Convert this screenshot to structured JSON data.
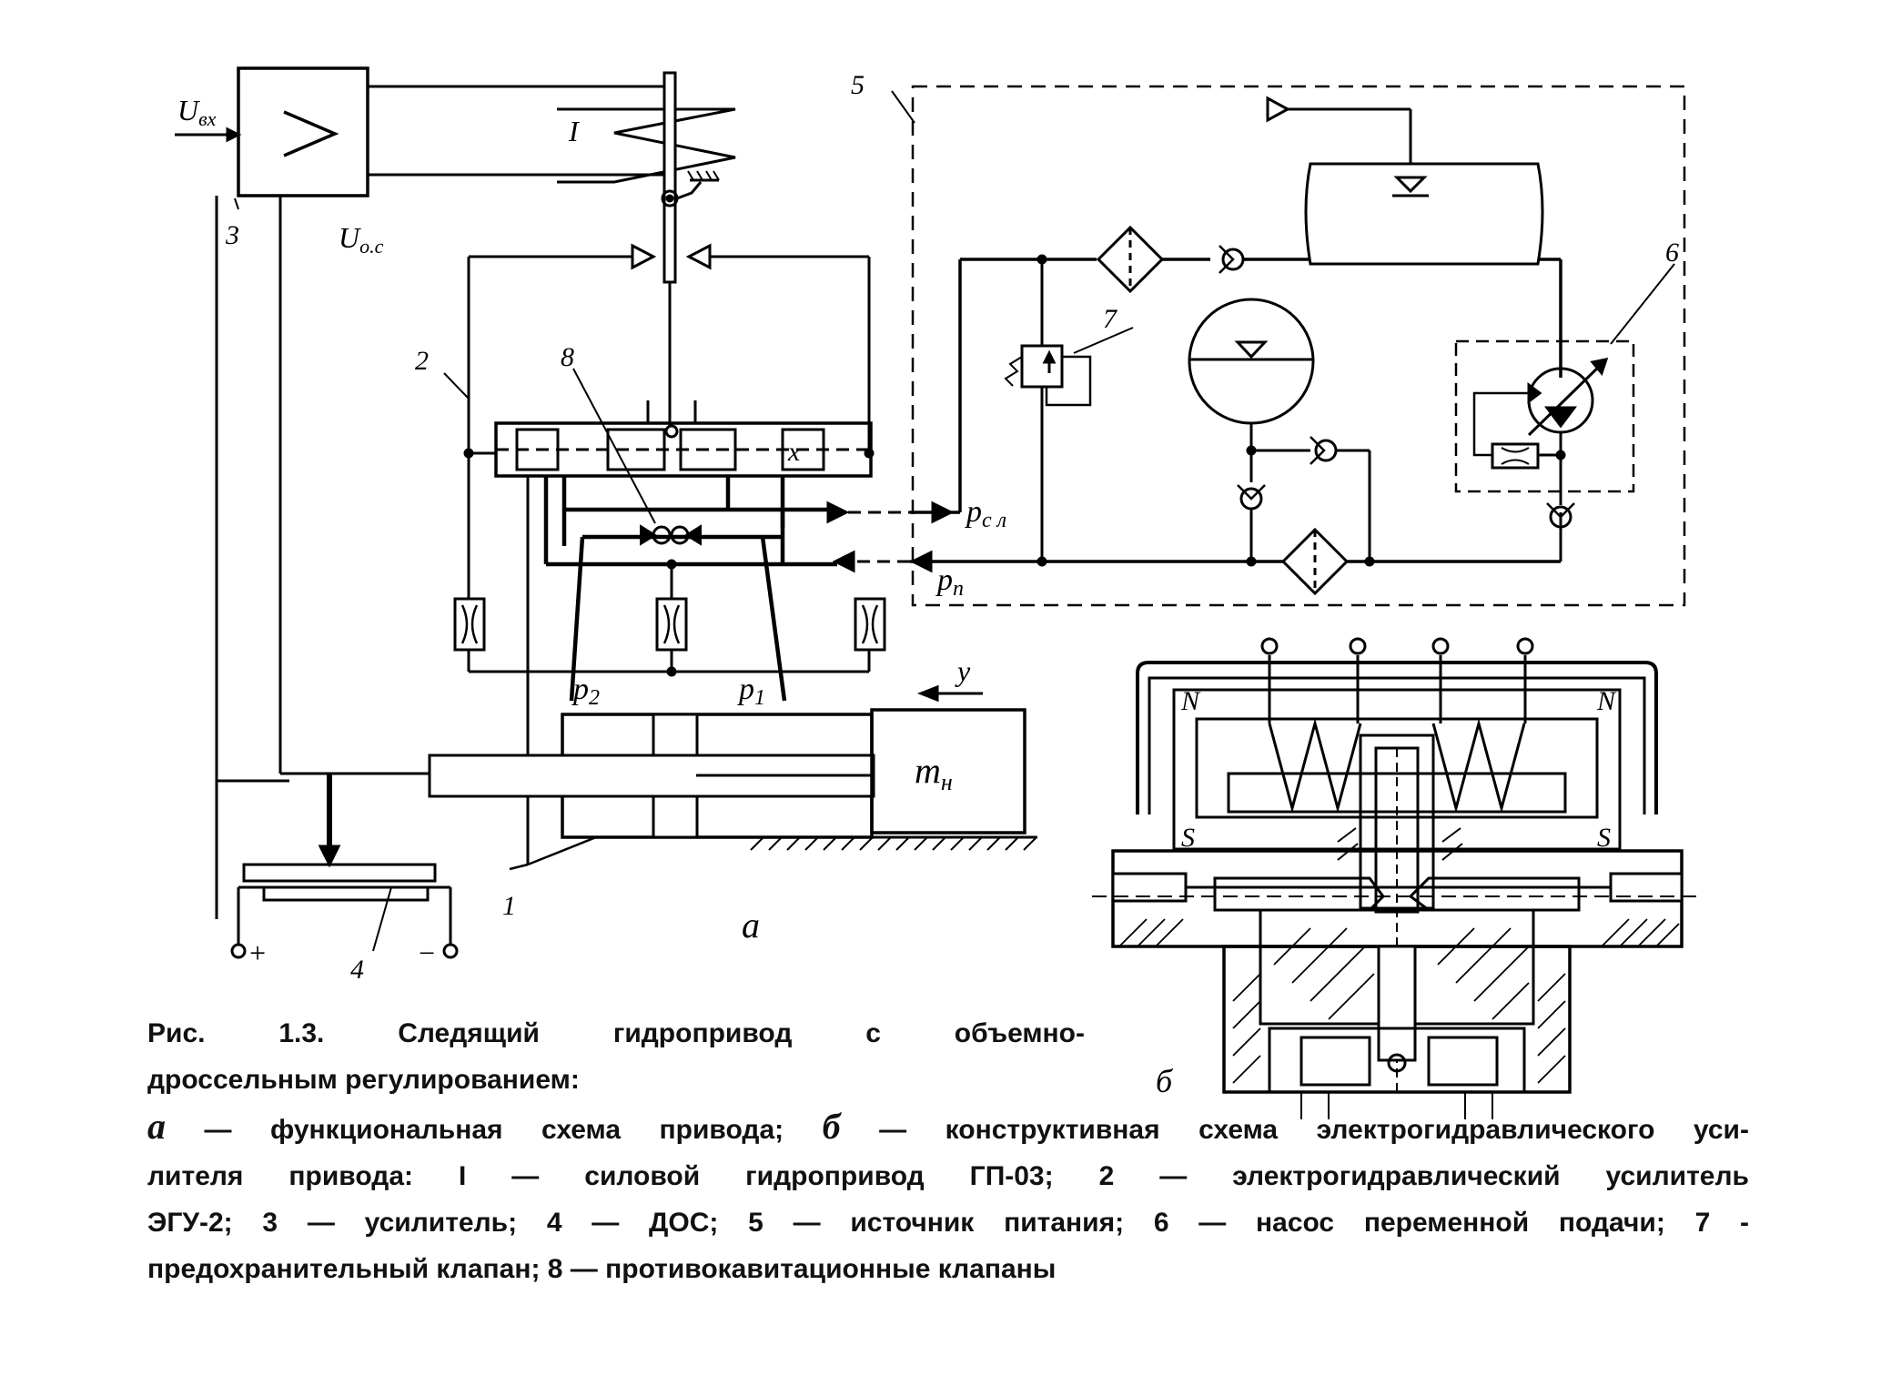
{
  "labels": {
    "u_in": "U",
    "u_in_sub": "вх",
    "u_fb": "U",
    "u_fb_sub": "o.c",
    "roman_one": "I",
    "n1": "1",
    "n2": "2",
    "n3": "3",
    "n4": "4",
    "n5": "5",
    "n6": "6",
    "n7": "7",
    "n8": "8",
    "p_sl": "p",
    "p_sl_sub": "с л",
    "p_p": "p",
    "p_p_sub": "п",
    "p1": "p",
    "p1_sub": "1",
    "p2": "p",
    "p2_sub": "2",
    "y": "y",
    "mass": "m",
    "mass_sub": "н",
    "x": "x",
    "plus": "+",
    "minus": "−",
    "sub_a": "а",
    "sub_b": "б",
    "magnet_n_left": "N",
    "magnet_n_right": "N",
    "magnet_s_left": "S",
    "magnet_s_right": "S"
  },
  "caption": {
    "prefix": "Рис.",
    "number": "1.3.",
    "w1": "Следящий",
    "w2": "гидропривод",
    "w3": "с",
    "w4": "объемно-",
    "line2": "дроссельным регулированием:",
    "a_letter": "а",
    "a_text": " — функциональная схема привода; ",
    "b_letter": "б",
    "b_text": " — конструктивная схема электрогидравлического уси-",
    "line4": "лителя привода: I — силовой гидропривод ГП-03; 2 — электрогидравлический усилитель",
    "line5": "ЭГУ-2; 3 — усилитель; 4 — ДОС; 5 — источник питания; 6 — насос переменной подачи; 7 -",
    "line6": "предохранительный клапан; 8 — противокавитационные клапаны"
  }
}
